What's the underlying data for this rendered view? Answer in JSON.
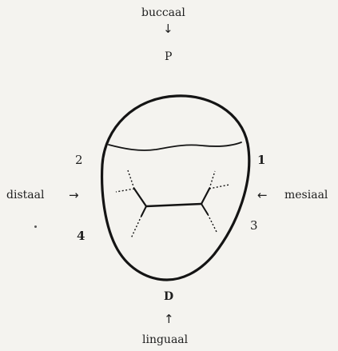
{
  "labels": {
    "top": "buccaal",
    "top_letter": "P",
    "bottom_letter": "D",
    "bottom": "linguaal",
    "left": "distaal",
    "right": "mesiaal",
    "num_1": "1",
    "num_2": "2",
    "num_3": "3",
    "num_4": "4"
  },
  "arrows": {
    "down": "↓",
    "up": "↑",
    "right": "→",
    "left": "←"
  },
  "icons": {
    "outline": "tooth-outline-icon",
    "fissure": "fissure-pattern-icon"
  }
}
